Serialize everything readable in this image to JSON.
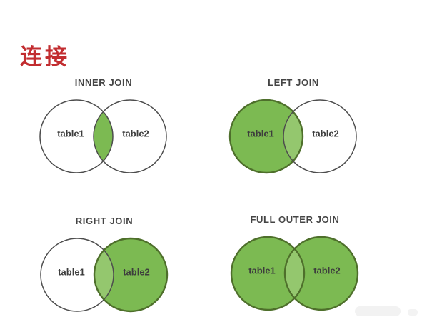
{
  "page": {
    "title": "连接",
    "title_color": "#c22d30",
    "background": "#ffffff"
  },
  "colors": {
    "green": "#7cba52",
    "light_green": "#94c76e",
    "white": "#ffffff",
    "green_stroke": "#4e6f2b",
    "gray_stroke": "#4d4d4d",
    "label_text": "#3d3d3d",
    "title_text": "#444444"
  },
  "diagrams": [
    {
      "id": "inner-join",
      "title": "INNER JOIN",
      "left_label": "table1",
      "right_label": "table2",
      "left_area": "white",
      "right_area": "white",
      "overlap_area": "green"
    },
    {
      "id": "left-join",
      "title": "LEFT JOIN",
      "left_label": "table1",
      "right_label": "table2",
      "left_area": "green",
      "right_area": "white",
      "overlap_area": "light_green"
    },
    {
      "id": "right-join",
      "title": "RIGHT JOIN",
      "left_label": "table1",
      "right_label": "table2",
      "left_area": "white",
      "right_area": "green",
      "overlap_area": "light_green"
    },
    {
      "id": "full-outer-join",
      "title": "FULL OUTER JOIN",
      "left_label": "table1",
      "right_label": "table2",
      "left_area": "green",
      "right_area": "green",
      "overlap_area": "light_green"
    }
  ]
}
